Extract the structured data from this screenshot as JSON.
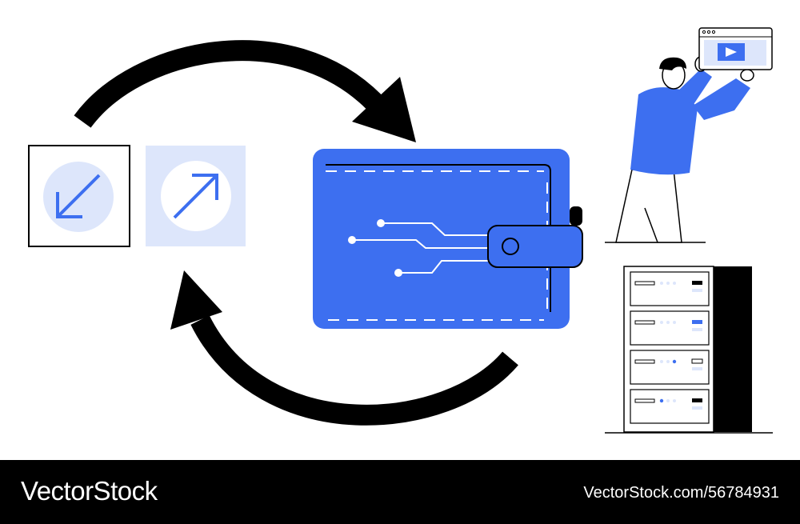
{
  "colors": {
    "accent": "#3d6ff0",
    "accent_light": "#dde6fb",
    "ink": "#000000",
    "paper": "#ffffff"
  },
  "icons": {
    "cycle_top": "curved-arrow-clockwise-icon",
    "cycle_bottom": "curved-arrow-return-icon",
    "incoming": "arrow-down-left-icon",
    "outgoing": "arrow-up-right-icon",
    "wallet": "digital-wallet-icon",
    "person": "person-with-screen",
    "screen": "play-icon",
    "server": "server-rack-icon"
  },
  "footer": {
    "brand": "VectorStock",
    "ref": "VectorStock.com/56784931"
  }
}
